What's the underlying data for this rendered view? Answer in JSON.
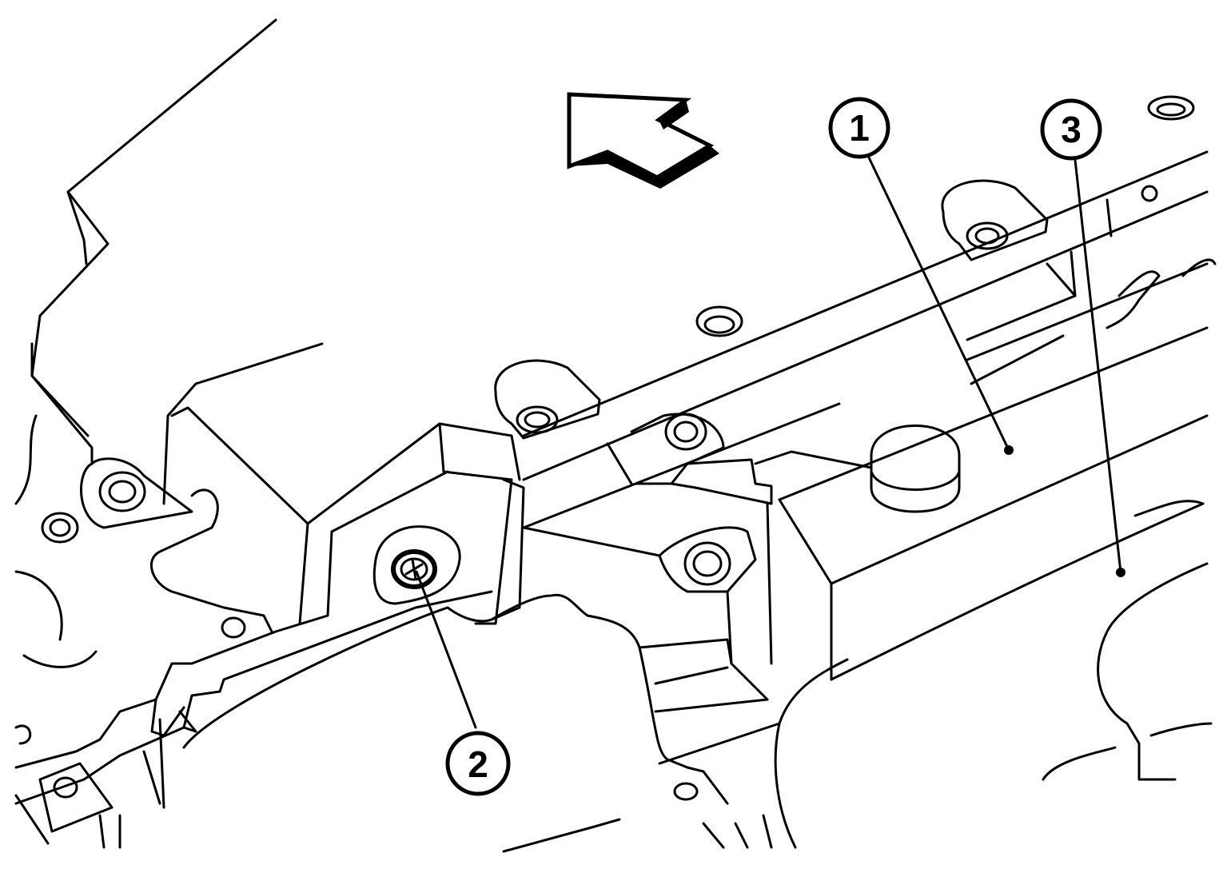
{
  "callouts": [
    {
      "id": "1",
      "label": "1"
    },
    {
      "id": "2",
      "label": "2"
    },
    {
      "id": "3",
      "label": "3"
    }
  ],
  "colors": {
    "line": "#000000",
    "background": "#ffffff"
  },
  "icons": {
    "direction": "front-arrow-icon"
  }
}
